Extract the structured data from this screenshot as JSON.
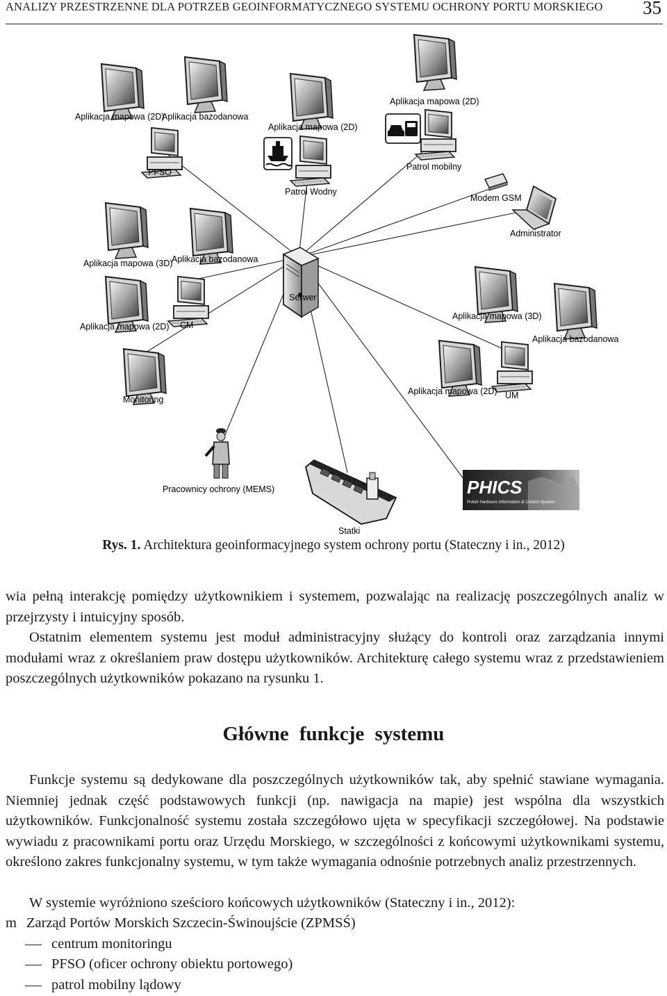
{
  "running_head": {
    "title": "ANALIZY PRZESTRZENNE DLA POTRZEB GEOINFORMATYCZNEGO SYSTEMU OCHRONY PORTU MORSKIEGO",
    "page_number": "35"
  },
  "figure": {
    "labels": {
      "pfso_app_map": "Aplikacja mapowa (2D)",
      "pfso_app_db": "Aplikacja bazodanowa",
      "pfso": "PFSO",
      "patrol_wodny_app": "Aplikacja mapowa (2D)",
      "patrol_wodny": "Patrol Wodny",
      "patrol_mobilny_app": "Aplikacja mapowa (2D)",
      "patrol_mobilny": "Patrol mobilny",
      "modem_gsm": "Modem GSM",
      "administrator": "Administrator",
      "cm_app_map3d": "Aplikacja mapowa (3D)",
      "cm_app_db": "Aplikacja bazodanowa",
      "cm_app_map2d": "Aplikacja mapowa (2D)",
      "cm": "CM",
      "serwer": "Serwer",
      "um_app_map3d": "Aplikacja mapowa (3D)",
      "um_app_db": "Aplikacja bazodanowa",
      "um_app_map2d": "Aplikacja mapowa (2D)",
      "um": "UM",
      "monitoring": "Monitoring",
      "mems": "Pracownicy ochrony (MEMS)",
      "statki": "Statki",
      "phics_logo": "PHICS",
      "phics_sub": "Polish Harbours Information & Control System"
    }
  },
  "caption": {
    "number": "Rys. 1.",
    "text": "Architektura geoinformacyjnego system ochrony portu (Stateczny i in., 2012)"
  },
  "paragraphs": {
    "p1": "wia pełną interakcję pomiędzy użytkownikiem i systemem, pozwalając na realizację poszczególnych analiz w przejrzysty i intuicyjny sposób.",
    "p2": "Ostatnim elementem systemu jest moduł administracyjny służący do kontroli oraz zarządzania innymi modułami wraz z określaniem praw dostępu użytkowników. Architekturę całego systemu wraz z przedstawieniem poszczególnych użytkowników pokazano na rysunku 1.",
    "section_title": "Główne funkcje systemu",
    "p3": "Funkcje systemu są dedykowane dla poszczególnych użytkowników tak, aby spełnić stawiane wymagania. Niemniej jednak część podstawowych funkcji (np. nawigacja na mapie) jest wspólna dla wszystkich użytkowników. Funkcjonalność systemu została szczegółowo ujęta w specyfikacji szczegółowej. Na podstawie wywiadu z pracownikami portu oraz Urzędu Morskiego, w szczególności z końcowymi użytkownikami systemu, określono zakres funkcjonalny systemu, w tym także wymagania odnośnie potrzebnych analiz przestrzennych.",
    "p4": "W systemie wyróżniono sześcioro końcowych użytkowników (Stateczny i in., 2012):"
  },
  "list": {
    "bullet_marker": "m",
    "bullet": "Zarząd Portów Morskich Szczecin-Świnoujście (ZPMSŚ)",
    "subitems": [
      "centrum monitoringu",
      "PFSO (oficer ochrony obiektu portowego)",
      "patrol mobilny lądowy"
    ]
  }
}
